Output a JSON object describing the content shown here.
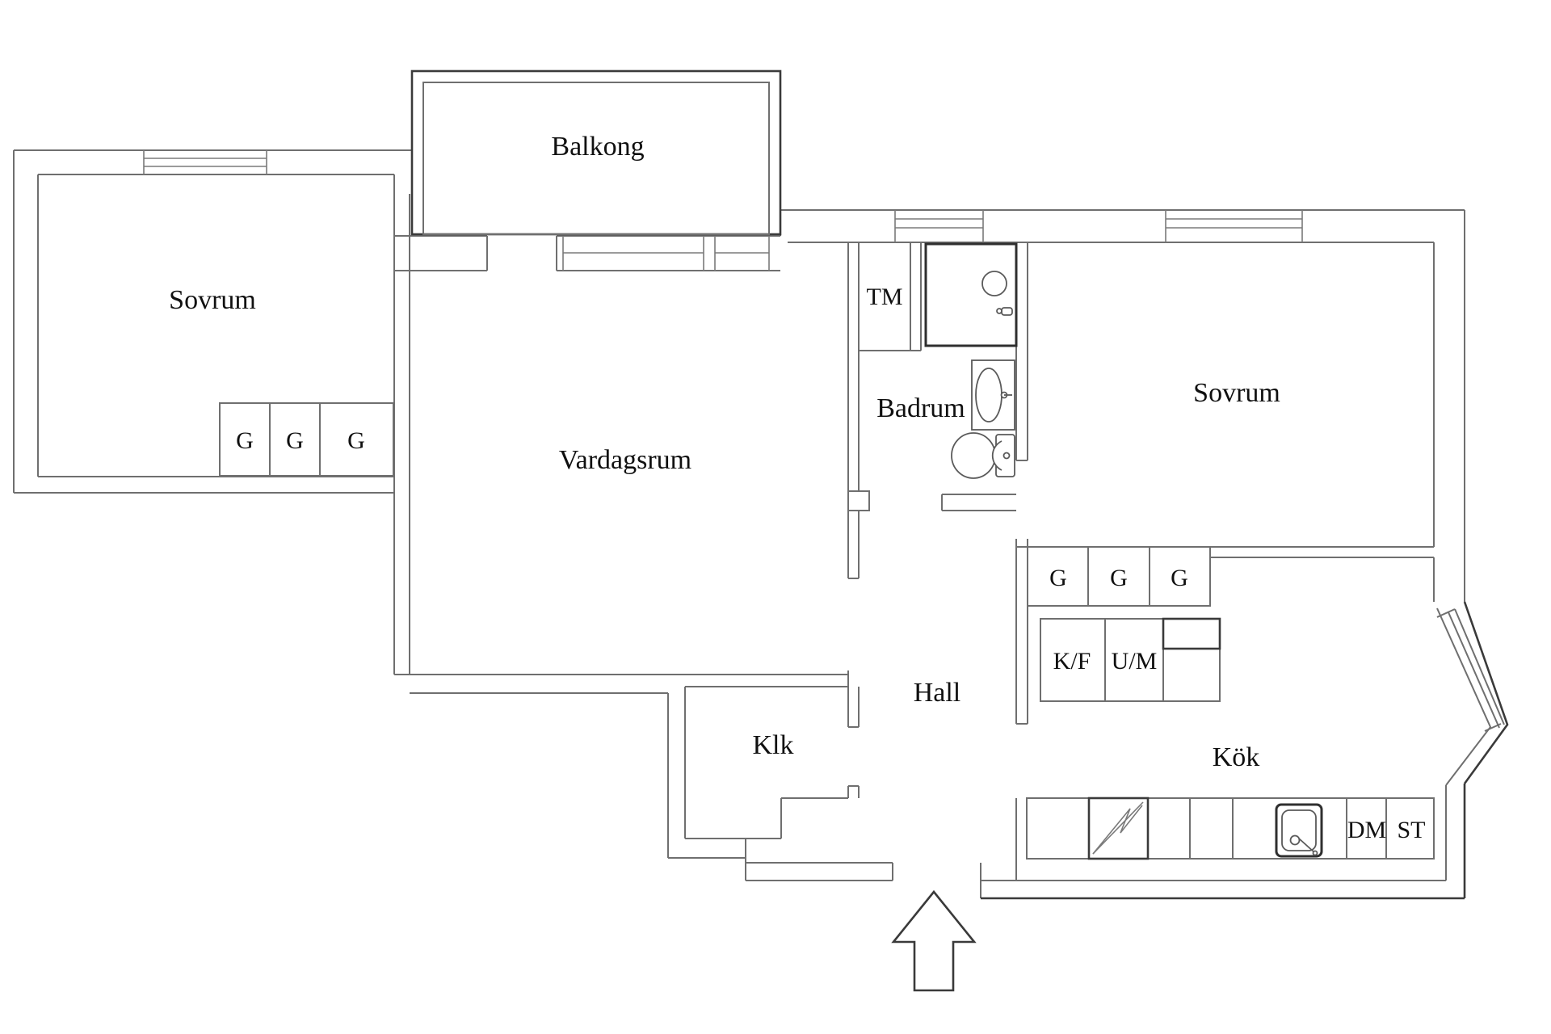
{
  "floor_plan": {
    "title": "Apartment floor plan",
    "background_color": "#ffffff",
    "wall_color": "#6f6f6f",
    "dark_wall_color": "#3a3a3a",
    "text_color": "#101010",
    "rooms": {
      "balcony": "Balkong",
      "bedroom_left": "Sovrum",
      "living_room": "Vardagsrum",
      "washing_machine_room": "TM",
      "bathroom": "Badrum",
      "bedroom_right": "Sovrum",
      "hall": "Hall",
      "closet": "Klk",
      "kitchen": "Kök"
    },
    "wardrobes": {
      "bedroom_left": [
        "G",
        "G",
        "G"
      ],
      "kitchen": [
        "G",
        "G",
        "G"
      ]
    },
    "appliances": {
      "fridge_freezer": "K/F",
      "oven_microwave": "U/M",
      "dishwasher": "DM",
      "cleaning_cabinet": "ST"
    },
    "symbols": {
      "entrance_arrow": "entrance",
      "stove": "stove-zigzag",
      "kitchen_sink": "sink",
      "bathroom_sink": "washbasin",
      "toilet": "toilet",
      "shower": "shower"
    }
  }
}
